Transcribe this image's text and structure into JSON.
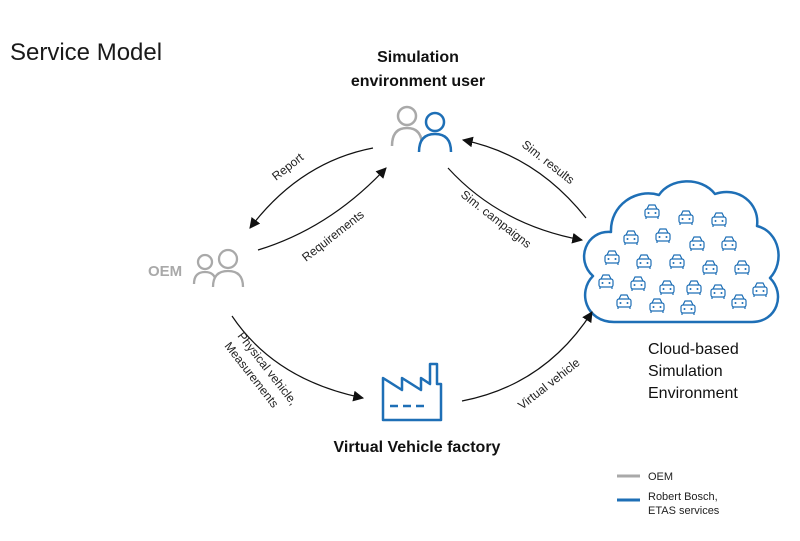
{
  "title": "Service Model",
  "nodes": {
    "user": {
      "label_line1": "Simulation",
      "label_line2": "environment user"
    },
    "oem": {
      "label": "OEM"
    },
    "factory": {
      "label": "Virtual Vehicle factory"
    },
    "cloud": {
      "label_line1": "Cloud-based",
      "label_line2": "Simulation",
      "label_line3": "Environment"
    }
  },
  "edges": {
    "report": "Report",
    "requirements": "Requirements",
    "sim_results": "Sim. results",
    "sim_campaigns": "Sim. campaigns",
    "physical_line1": "Physical vehicle,",
    "physical_line2": "Measurements",
    "virtual_vehicle": "Virtual vehicle"
  },
  "legend": {
    "items": [
      {
        "label": "OEM",
        "color": "#a9a9a9"
      },
      {
        "label_line1": "Robert Bosch,",
        "label_line2": "ETAS services",
        "color": "#1e6fb6"
      }
    ]
  },
  "colors": {
    "bosch_blue": "#1e6fb6",
    "oem_gray": "#a9a9a9",
    "text": "#111111"
  }
}
